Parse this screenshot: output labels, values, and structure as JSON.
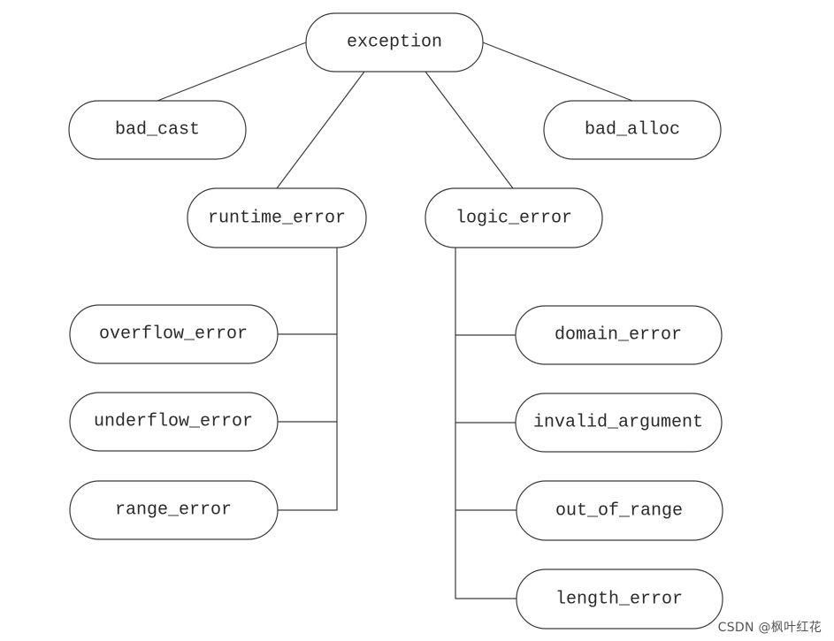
{
  "nodes": {
    "exception": "exception",
    "bad_cast": "bad_cast",
    "bad_alloc": "bad_alloc",
    "runtime_error": "runtime_error",
    "logic_error": "logic_error",
    "overflow_error": "overflow_error",
    "underflow_error": "underflow_error",
    "range_error": "range_error",
    "domain_error": "domain_error",
    "invalid_argument": "invalid_argument",
    "out_of_range": "out_of_range",
    "length_error": "length_error"
  },
  "hierarchy": [
    {
      "parent": "exception",
      "children": [
        "bad_cast",
        "runtime_error",
        "logic_error",
        "bad_alloc"
      ]
    },
    {
      "parent": "runtime_error",
      "children": [
        "overflow_error",
        "underflow_error",
        "range_error"
      ]
    },
    {
      "parent": "logic_error",
      "children": [
        "domain_error",
        "invalid_argument",
        "out_of_range",
        "length_error"
      ]
    }
  ],
  "watermark": "CSDN @枫叶红花"
}
